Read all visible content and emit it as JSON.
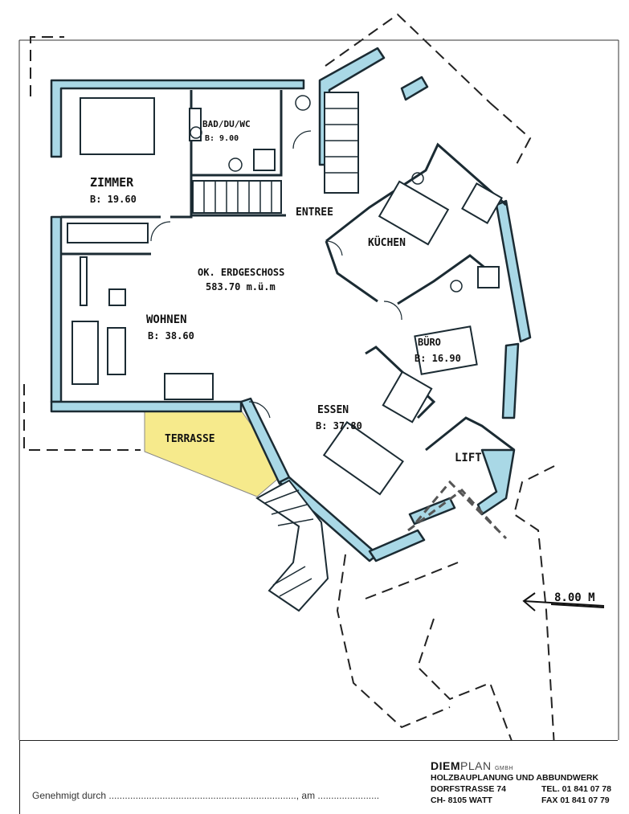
{
  "rooms": {
    "zimmer": {
      "name": "ZIMMER",
      "area": "B: 19.60"
    },
    "bad": {
      "name": "BAD/DU/WC",
      "area": "B: 9.00"
    },
    "entree": {
      "name": "ENTREE"
    },
    "kuchen": {
      "name": "KÜCHEN"
    },
    "floor": {
      "name": "OK. ERDGESCHOSS",
      "level": "583.70 m.ü.m"
    },
    "wohnen": {
      "name": "WOHNEN",
      "area": "B: 38.60"
    },
    "buro": {
      "name": "BÜRO",
      "area": "B: 16.90"
    },
    "essen": {
      "name": "ESSEN",
      "area": "B: 37.80"
    },
    "terrasse": {
      "name": "TERRASSE"
    },
    "lift": {
      "name": "LIFT"
    }
  },
  "dimension": {
    "label": "8.00 M"
  },
  "approval": {
    "text": "Genehmigt durch ......................................................................, am ......................."
  },
  "firm": {
    "brand_bold": "DIEM",
    "brand_light": "PLAN",
    "brand_suffix": "GMBH",
    "line1": "HOLZBAUPLANUNG UND ABBUNDWERK",
    "street": "DORFSTRASSE 74",
    "tel": "TEL. 01 841 07 78",
    "city": "CH- 8105 WATT",
    "fax": "FAX 01 841 07 79"
  },
  "colors": {
    "wall_fill": "#a9d8e6",
    "wall_line": "#1b2b33",
    "terrace_fill": "#f6ea8c"
  }
}
